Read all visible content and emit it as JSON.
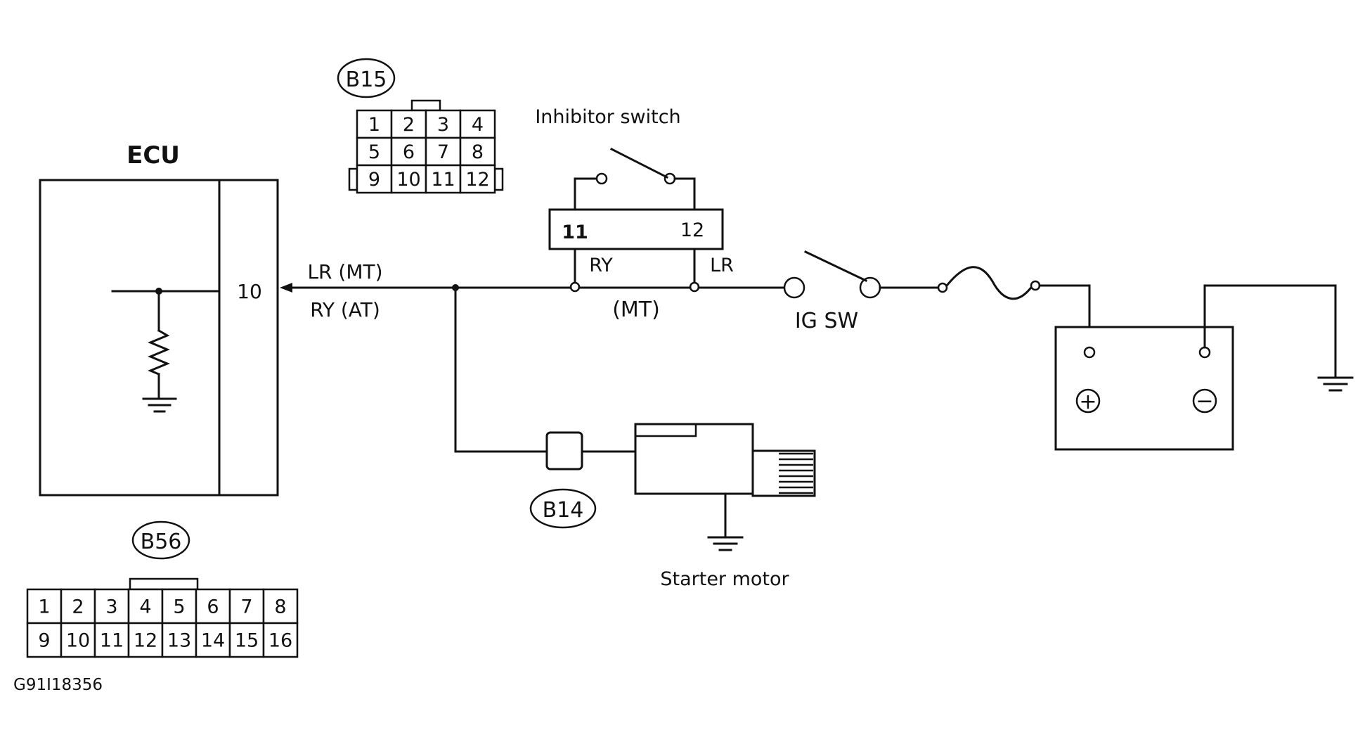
{
  "labels": {
    "ecu": "ECU",
    "ecu_pin": "10",
    "wire_left_top": "LR (MT)",
    "wire_left_bottom": "RY (AT)",
    "inhibitor_switch": "Inhibitor switch",
    "inhibitor_pin_left": "11",
    "inhibitor_pin_right": "12",
    "wire_ry": "RY",
    "wire_lr": "LR",
    "mt_note": "(MT)",
    "ig_sw": "IG SW",
    "starter_motor": "Starter motor",
    "battery_plus": "+",
    "battery_minus": "−",
    "figure_code": "G91I18356"
  },
  "connectors": {
    "b15": {
      "label": "B15",
      "rows": [
        [
          "1",
          "2",
          "3",
          "4"
        ],
        [
          "5",
          "6",
          "7",
          "8"
        ],
        [
          "9",
          "10",
          "11",
          "12"
        ]
      ]
    },
    "b14": {
      "label": "B14"
    },
    "b56": {
      "label": "B56",
      "rows": [
        [
          "1",
          "2",
          "3",
          "4",
          "5",
          "6",
          "7",
          "8"
        ],
        [
          "9",
          "10",
          "11",
          "12",
          "13",
          "14",
          "15",
          "16"
        ]
      ]
    }
  }
}
